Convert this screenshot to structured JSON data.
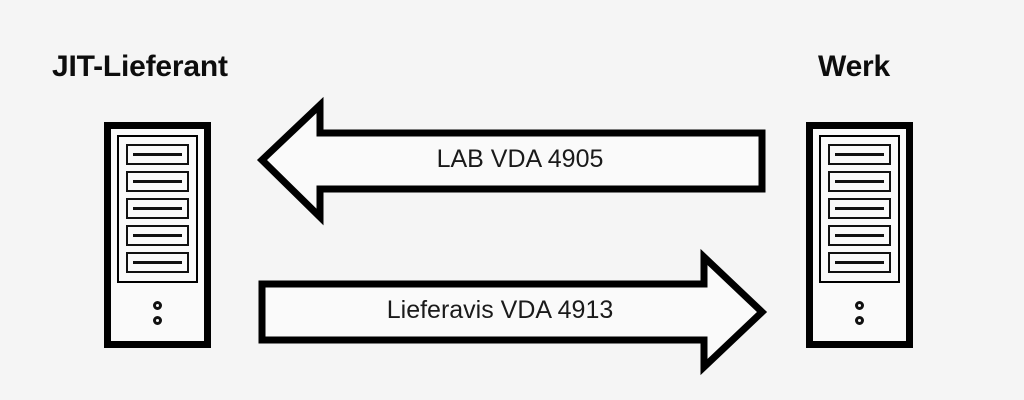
{
  "diagram": {
    "background_color": "#f5f5f5",
    "stroke_color": "#000000",
    "fill_color": "#fafafa",
    "nodes": [
      {
        "id": "supplier",
        "label": "JIT-Lieferant",
        "icon": "computer-tower-icon",
        "drive_bays": 5,
        "leds": 2
      },
      {
        "id": "plant",
        "label": "Werk",
        "icon": "computer-tower-icon",
        "drive_bays": 5,
        "leds": 2
      }
    ],
    "flows": [
      {
        "id": "lab",
        "label": "LAB VDA 4905",
        "direction": "left",
        "from": "plant",
        "to": "supplier"
      },
      {
        "id": "lieferavis",
        "label": "Lieferavis VDA 4913",
        "direction": "right",
        "from": "supplier",
        "to": "plant"
      }
    ]
  }
}
